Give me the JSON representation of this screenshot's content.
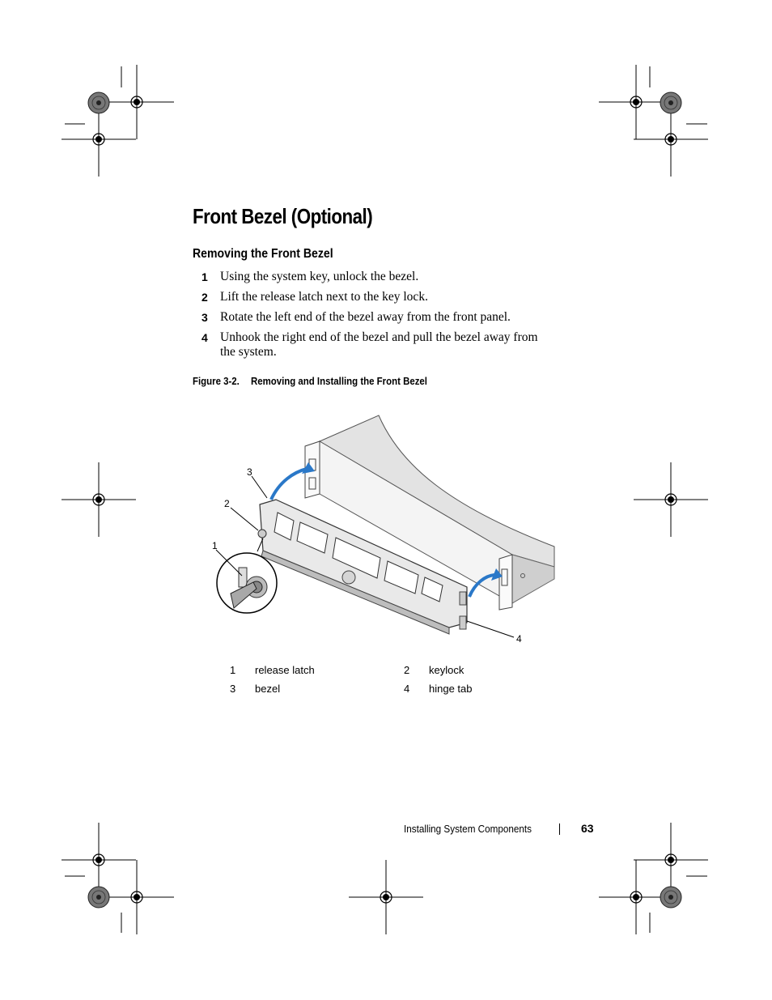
{
  "page": {
    "title": "Front Bezel (Optional)",
    "subtitle": "Removing the Front Bezel",
    "steps": [
      {
        "num": "1",
        "text": "Using the system key, unlock the bezel."
      },
      {
        "num": "2",
        "text": "Lift the release latch next to the key lock."
      },
      {
        "num": "3",
        "text": "Rotate the left end of the bezel away from the front panel."
      },
      {
        "num": "4",
        "text": "Unhook the right end of the bezel and pull the bezel away from the system."
      }
    ],
    "figure": {
      "label": "Figure 3-2.",
      "caption": "Removing and Installing the Front Bezel",
      "callouts": [
        "1",
        "2",
        "3",
        "4"
      ],
      "legend": [
        {
          "num": "1",
          "label": "release latch"
        },
        {
          "num": "2",
          "label": "keylock"
        },
        {
          "num": "3",
          "label": "bezel"
        },
        {
          "num": "4",
          "label": "hinge tab"
        }
      ]
    },
    "footer": {
      "section": "Installing System Components",
      "page_number": "63"
    }
  }
}
